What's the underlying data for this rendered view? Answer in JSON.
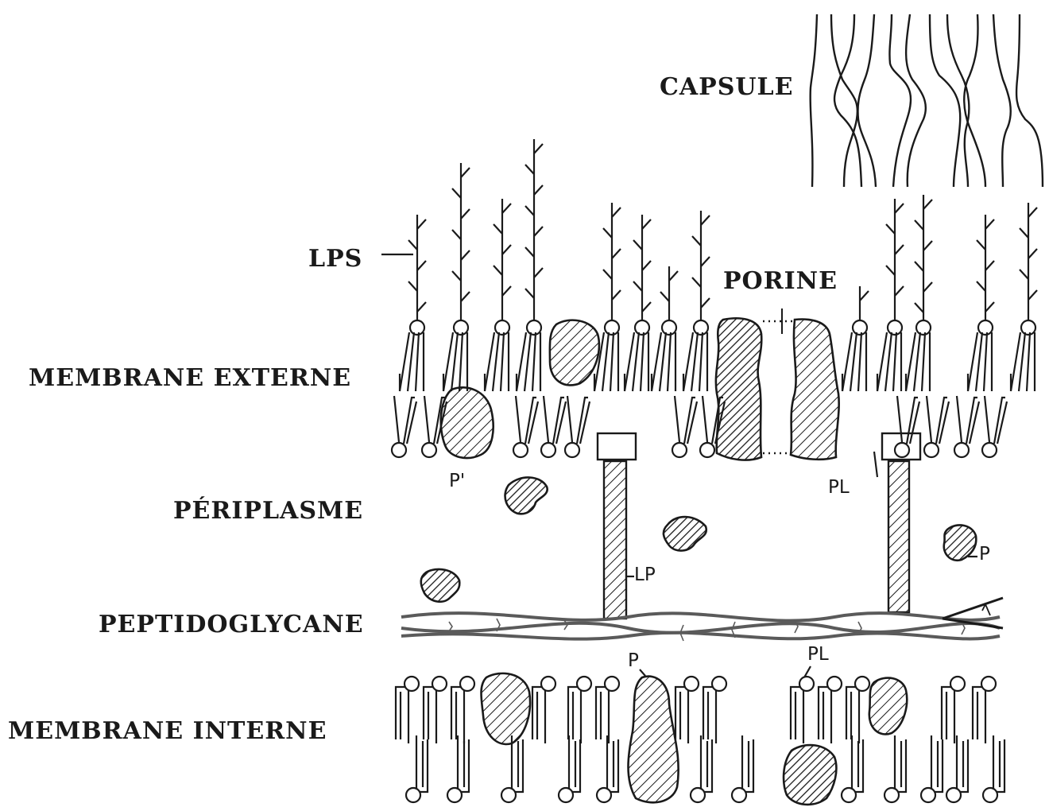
{
  "labels": {
    "capsule": "CAPSULE",
    "lps": "LPS",
    "porine": "PORINE",
    "membrane_externe": "MEMBRANE EXTERNE",
    "periplasme": "PÉRIPLASME",
    "peptidoglycane": "PEPTIDOGLYCANE",
    "membrane_interne": "MEMBRANE INTERNE"
  },
  "small_labels": {
    "p_prime": "P'",
    "pl_outer": "PL",
    "p_right": "P",
    "lp": "LP",
    "p_inner": "P",
    "pl_inner": "PL"
  },
  "colors": {
    "ink": "#1a1a1a",
    "peptidoglycan": "#5a5a5a"
  }
}
